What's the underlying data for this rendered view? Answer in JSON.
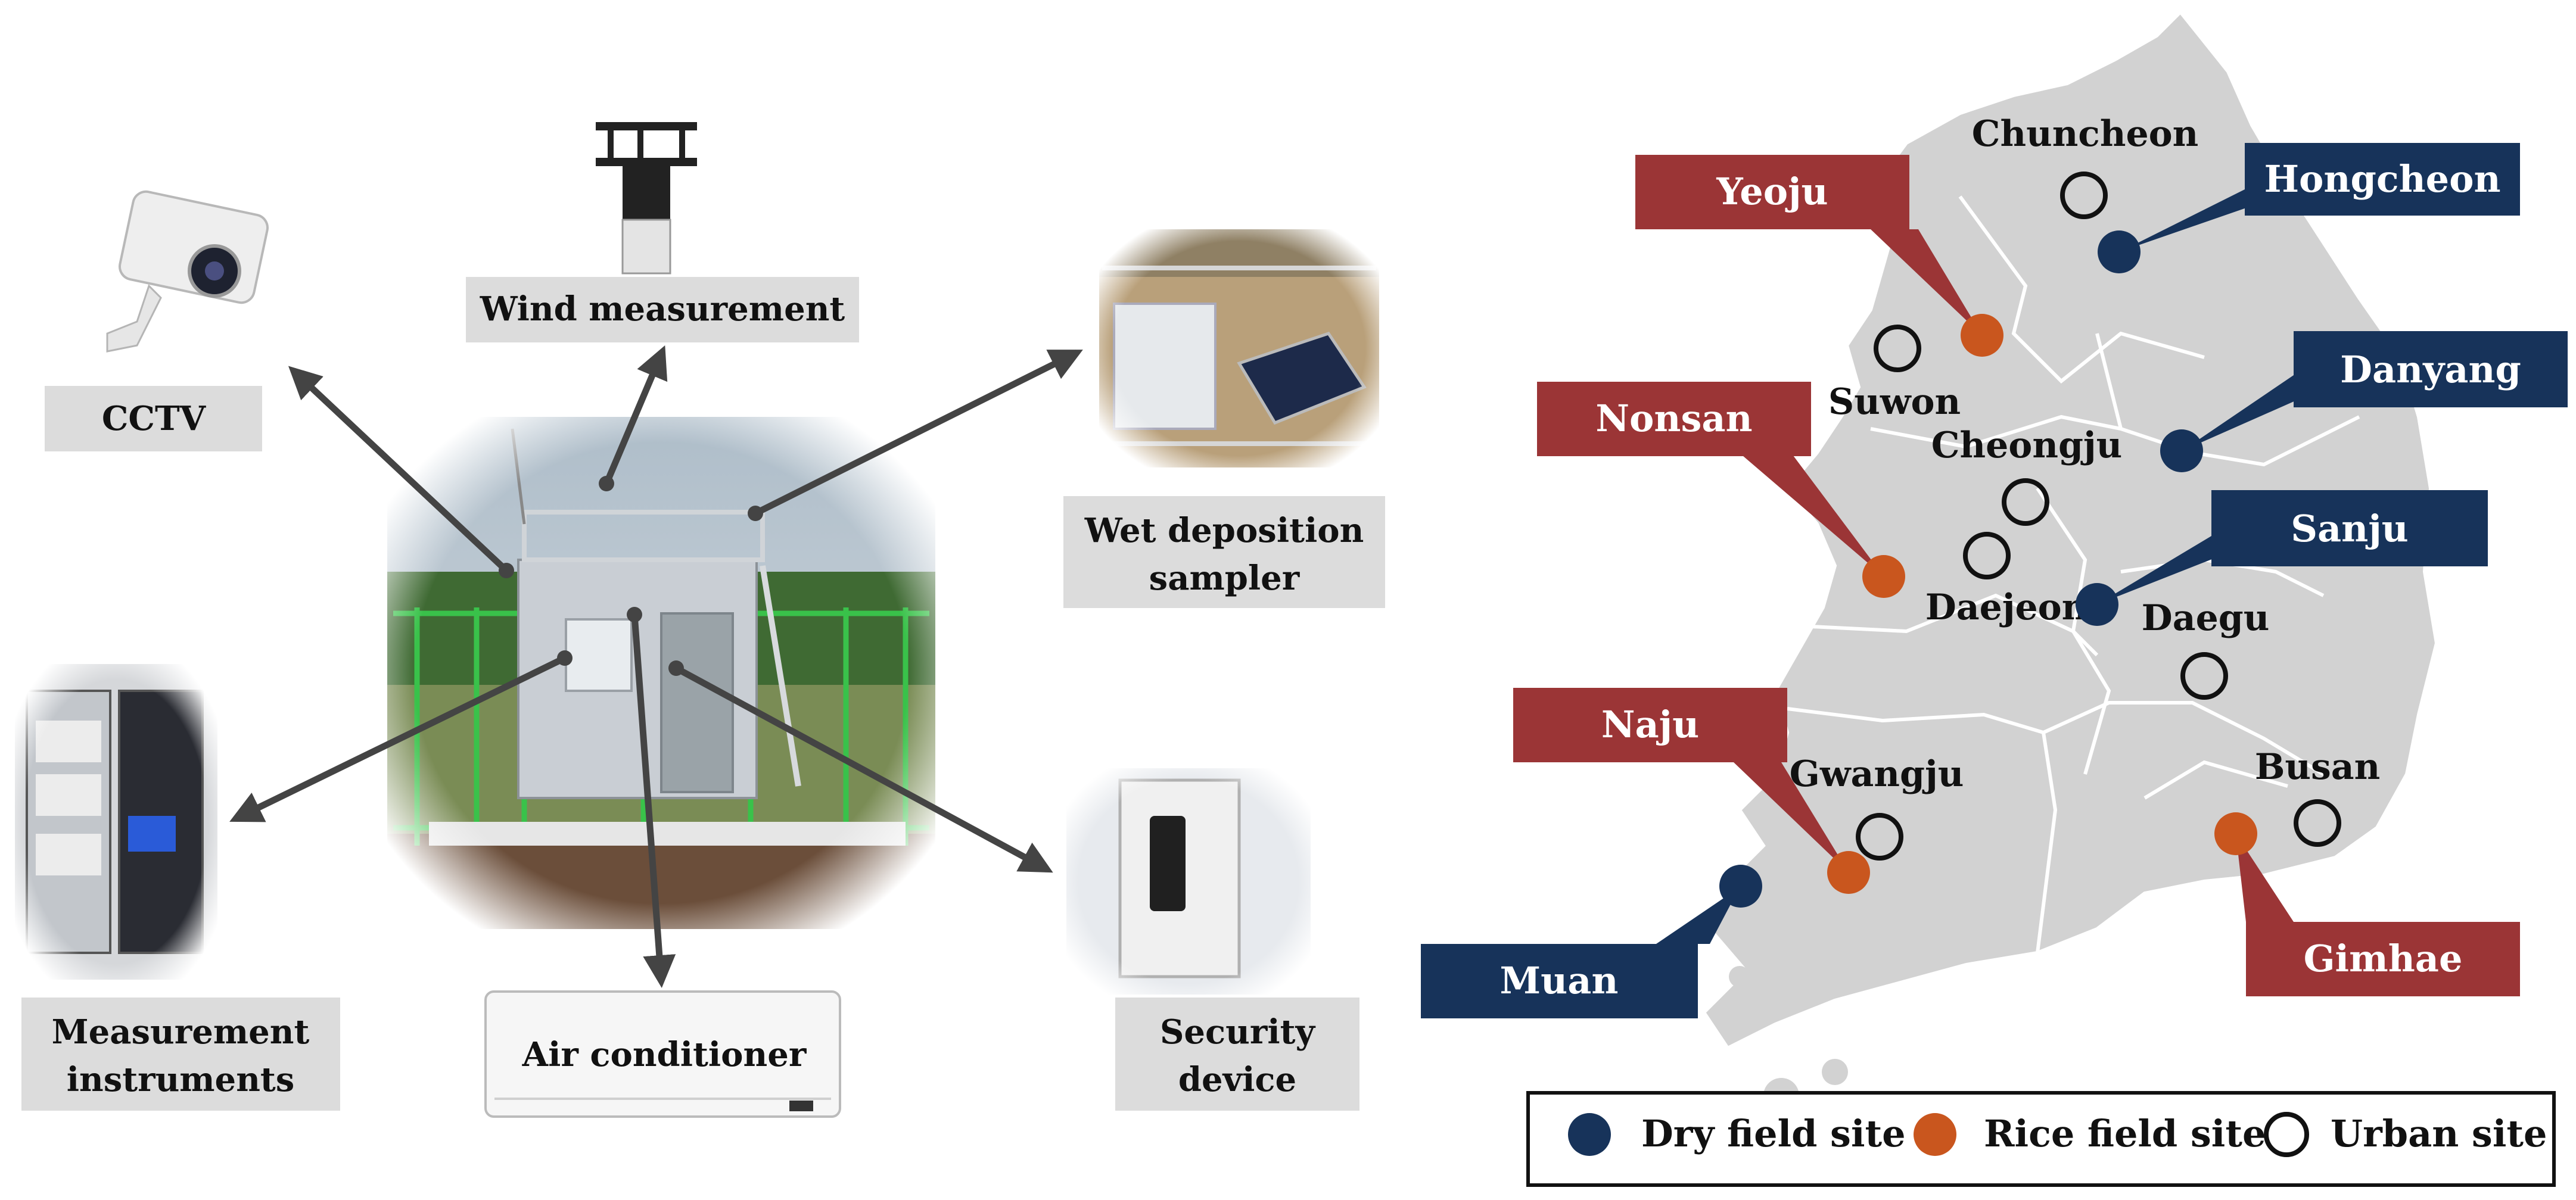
{
  "equipment_labels": {
    "cctv": "CCTV",
    "wind": "Wind measurement",
    "wet_line1": "Wet deposition",
    "wet_line2": "sampler",
    "meas_line1": "Measurement",
    "meas_line2": "instruments",
    "aircon": "Air conditioner",
    "security_line1": "Security",
    "security_line2": "device"
  },
  "map": {
    "cities": {
      "chuncheon": "Chuncheon",
      "suwon": "Suwon",
      "cheongju": "Cheongju",
      "daejeon": "Daejeon",
      "daegu": "Daegu",
      "gwangju": "Gwangju",
      "busan": "Busan"
    },
    "sites": {
      "yeoju": "Yeoju",
      "hongcheon": "Hongcheon",
      "nonsan": "Nonsan",
      "danyang": "Danyang",
      "sanju": "Sanju",
      "naju": "Naju",
      "muan": "Muan",
      "gimhae": "Gimhae"
    }
  },
  "legend": {
    "dry": "Dry field site",
    "rice": "Rice field site",
    "urban": "Urban site"
  },
  "colors": {
    "dry_navy": "#17335a",
    "rice_red": "#9b3536",
    "rice_orange": "#c9561e",
    "map_gray": "#d2d2d2",
    "label_box": "#dcdcdc",
    "arrow": "#444444"
  }
}
